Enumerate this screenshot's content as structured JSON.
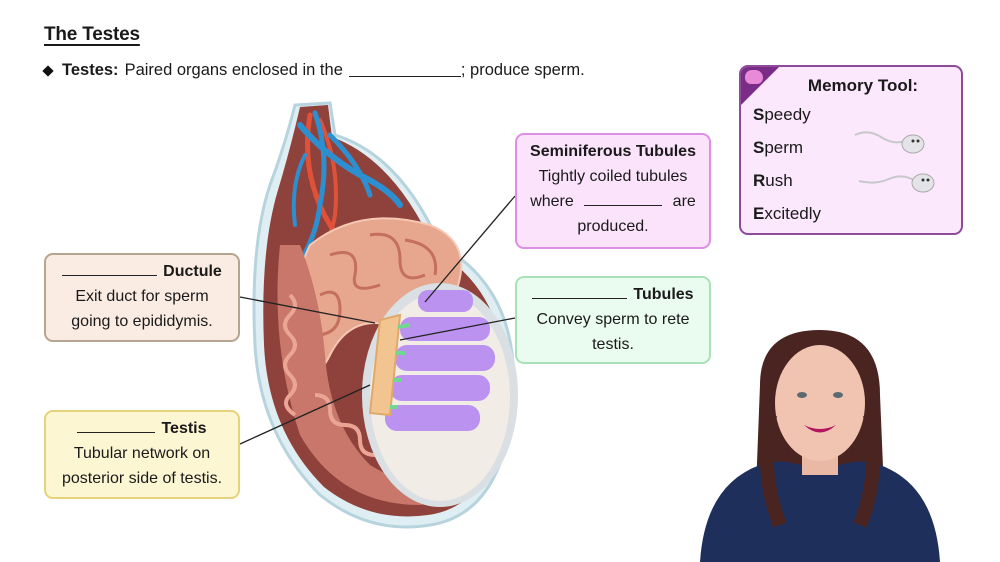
{
  "header": {
    "title": "The Testes",
    "bullet": {
      "term": "Testes:",
      "text_before": "Paired organs enclosed in the",
      "text_after": "; produce sperm."
    }
  },
  "labels": {
    "efferent": {
      "head": "Ductule",
      "line1": "Exit duct for sperm",
      "line2": "going to epididymis."
    },
    "rete": {
      "head": "Testis",
      "line1": "Tubular network on",
      "line2": "posterior side of testis."
    },
    "seminiferous": {
      "head": "Seminiferous Tubules",
      "line1": "Tightly coiled tubules",
      "line2_before": "where",
      "line2_after": "are",
      "line3": "produced."
    },
    "straight": {
      "head": "Tubules",
      "line1": "Convey sperm to rete",
      "line2": "testis."
    }
  },
  "memory_tool": {
    "title": "Memory Tool:",
    "icon": "brain-icon",
    "items": [
      {
        "initial": "S",
        "rest": "peedy"
      },
      {
        "initial": "S",
        "rest": "perm"
      },
      {
        "initial": "R",
        "rest": "ush"
      },
      {
        "initial": "E",
        "rest": "xcitedly"
      }
    ]
  },
  "colors": {
    "accent_purple": "#7a2c87",
    "tubule_purple": "#b98ef0",
    "vein_blue": "#2c8fd0",
    "artery_red": "#e0513a",
    "tissue_brown": "#9a4b45"
  }
}
